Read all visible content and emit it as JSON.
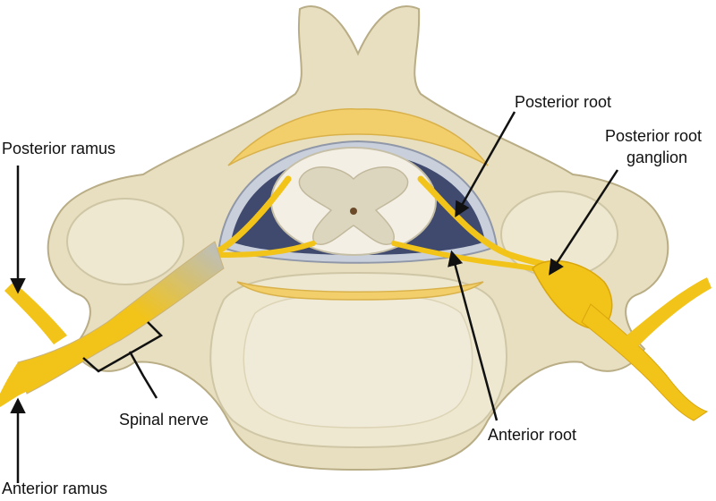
{
  "labels": {
    "posterior_root": "Posterior root",
    "posterior_root_ganglion_line1": "Posterior root",
    "posterior_root_ganglion_line2": "ganglion",
    "posterior_ramus": "Posterior ramus",
    "spinal_nerve": "Spinal nerve",
    "anterior_root": "Anterior root",
    "anterior_ramus": "Anterior ramus"
  },
  "colors": {
    "bone": "#e8dfc0",
    "bone_outline": "#b9ad86",
    "cancellous": "#eee8d0",
    "fat": "#f2cf6a",
    "csf_space": "#3f4a6e",
    "meninges": "#c9d0dc",
    "spinal_cord": "#f3efe4",
    "grey_matter": "#ddd6bf",
    "nerve_yellow": "#f2c318",
    "nerve_grey": "#b9bec6",
    "arrow": "#111111"
  }
}
